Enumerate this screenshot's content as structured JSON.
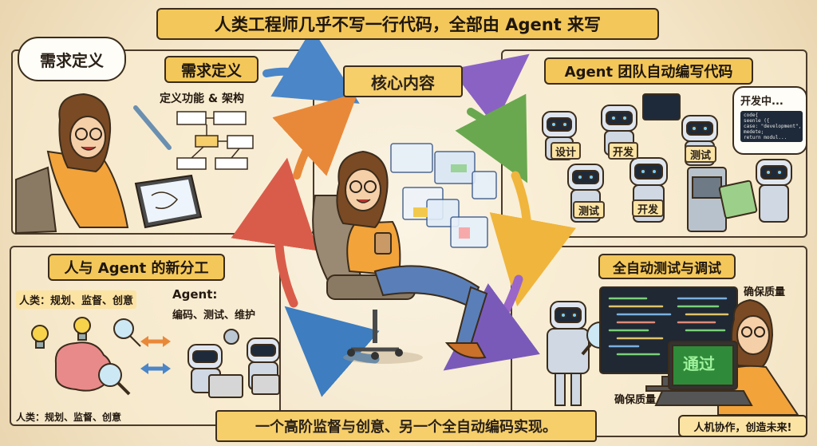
{
  "title": "人类工程师几乎不写一行代码，全部由 Agent 来写",
  "center": {
    "label": "核心内容"
  },
  "panel_top_left": {
    "thought_bubble": "需求定义",
    "heading": "需求定义",
    "subheading": "定义功能 & 架构"
  },
  "panel_top_right": {
    "heading": "Agent 团队自动编写代码",
    "speech_bubble": "开发中...",
    "robot_tags": [
      "设计",
      "开发",
      "测试",
      "测试",
      "开发"
    ],
    "code_snippet": [
      "code{",
      "  seenle ({",
      "   case: \"development\",",
      "   medete;",
      "   return modul..."
    ]
  },
  "panel_bottom_left": {
    "heading": "人与 Agent 的新分工",
    "human_role": "人类：规划、监督、创意",
    "agent_role_title": "Agent:",
    "agent_role_tasks": "编码、测试、维护",
    "human_role_bottom": "人类：规划、监督、创意"
  },
  "panel_bottom_right": {
    "heading": "全自动测试与调试",
    "quality_top": "确保质量",
    "quality_bottom": "确保质量",
    "pass_label": "通过",
    "slogan": "人机协作，创造未来!"
  },
  "footer": "一个高阶监督与创意、另一个全自动编码实现。",
  "colors": {
    "banner": "#f3c75a",
    "outline": "#3b2c1c",
    "arrow_blue": "#4a86c8",
    "arrow_purple": "#8a62c4",
    "arrow_green": "#6aa84f",
    "arrow_yellow": "#f0b53c",
    "arrow_orange": "#e8893a",
    "arrow_red": "#d95c4a",
    "pass_green": "#7ce07a"
  }
}
